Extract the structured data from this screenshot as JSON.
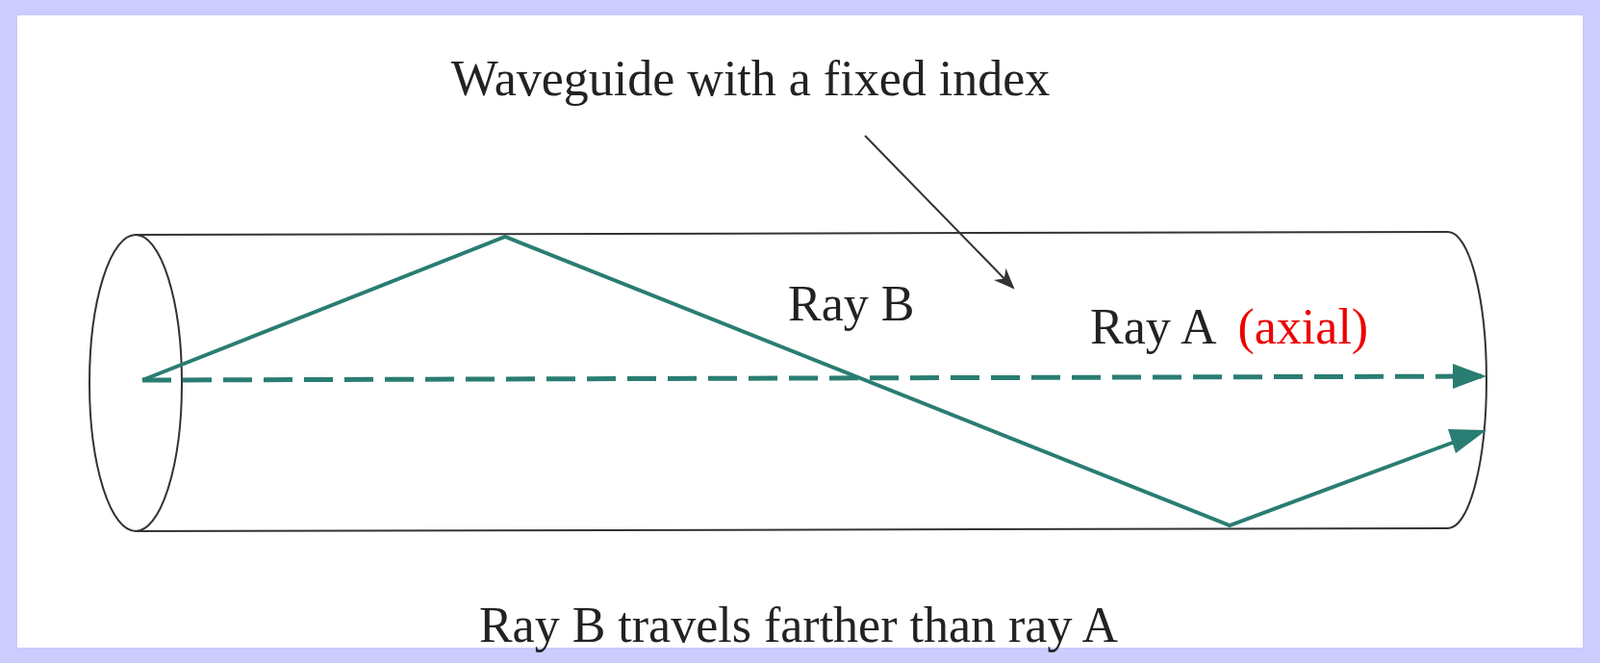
{
  "diagram": {
    "caption": "Ray B travels farther than ray A",
    "labels": [
      "Waveguide with a fixed index",
      "Ray B",
      "Ray A",
      "(axial)"
    ]
  }
}
